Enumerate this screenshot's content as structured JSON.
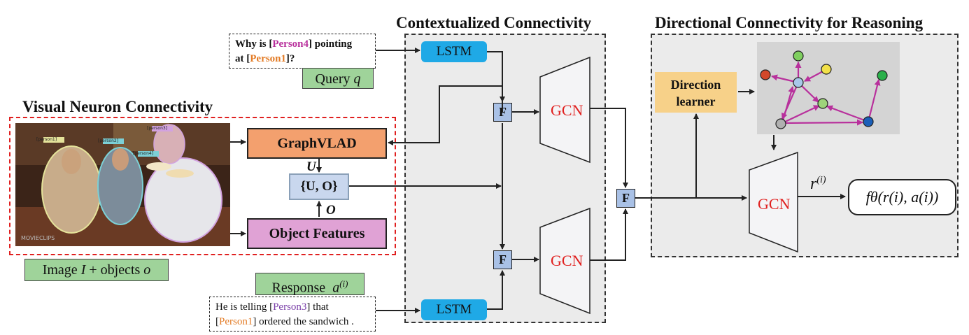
{
  "titles": {
    "visual": "Visual Neuron Connectivity",
    "contextual": "Contextualized Connectivity",
    "directional": "Directional Connectivity for Reasoning"
  },
  "query": {
    "line1_a": "Why is [",
    "line1_person": "Person4",
    "line1_b": "] pointing",
    "line2_a": "at [",
    "line2_person": "Person1",
    "line2_b": "]?",
    "label": "Query",
    "label_var": "q"
  },
  "response": {
    "label": "Response",
    "label_var": "a",
    "label_sup": "(i)",
    "line1_a": "He is telling [",
    "line1_person": "Person3",
    "line1_b": "] that",
    "line2_a": "[",
    "line2_person": "Person1",
    "line2_b": "] ordered the sandwich ."
  },
  "image": {
    "caption_a": "Image",
    "caption_var": "I",
    "caption_b": "+ objects",
    "caption_var2": "o",
    "tags": [
      "[person1]",
      "[person2]",
      "[person4]",
      "[person3]"
    ],
    "watermark": "MOVIECLIPS"
  },
  "blocks": {
    "graphvlad": "GraphVLAD",
    "object_features": "Object Features",
    "uo": "{U, O}",
    "u": "U",
    "o": "O",
    "lstm_top": "LSTM",
    "lstm_bottom": "LSTM",
    "fuse": "F",
    "gcn": "GCN",
    "direction_learner_1": "Direction",
    "direction_learner_2": "learner",
    "r_label": "r",
    "r_sup": "(i)",
    "output": "fθ(r(i), a(i))"
  },
  "colors": {
    "gcn_text": "#e0201f",
    "lstm": "#1fa9e6",
    "fuse": "#a9c1e6",
    "graphvlad": "#f3a06e",
    "object_features": "#e0a2d5",
    "query_green": "#9fd39a",
    "direction": "#f7d189",
    "graph_edge": "#b8309c"
  },
  "graph_nodes": [
    {
      "color": "#7fcf5f"
    },
    {
      "color": "#d2482a"
    },
    {
      "color": "#f2e14a"
    },
    {
      "color": "#a8c8ea"
    },
    {
      "color": "#9ed47a"
    },
    {
      "color": "#2ab04a"
    },
    {
      "color": "#b0b0b0"
    },
    {
      "color": "#1b5fb8"
    }
  ]
}
